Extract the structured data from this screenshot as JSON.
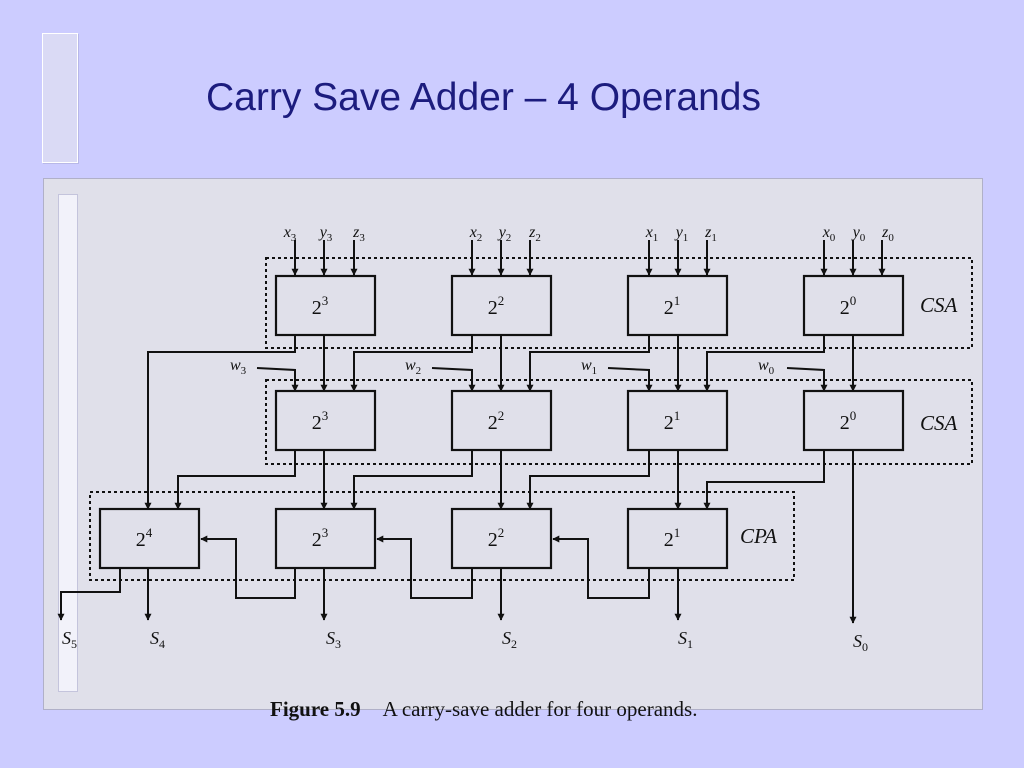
{
  "slide": {
    "title": "Carry Save Adder – 4 Operands"
  },
  "figure": {
    "caption_number": "Figure 5.9",
    "caption_text": "A carry-save adder for four operands.",
    "stage_labels": [
      "CSA",
      "CSA",
      "CPA"
    ],
    "csa1_cells": [
      {
        "base": "2",
        "exp": "3",
        "inputs": [
          [
            "x",
            "3"
          ],
          [
            "y",
            "3"
          ],
          [
            "z",
            "3"
          ]
        ]
      },
      {
        "base": "2",
        "exp": "2",
        "inputs": [
          [
            "x",
            "2"
          ],
          [
            "y",
            "2"
          ],
          [
            "z",
            "2"
          ]
        ]
      },
      {
        "base": "2",
        "exp": "1",
        "inputs": [
          [
            "x",
            "1"
          ],
          [
            "y",
            "1"
          ],
          [
            "z",
            "1"
          ]
        ]
      },
      {
        "base": "2",
        "exp": "0",
        "inputs": [
          [
            "x",
            "0"
          ],
          [
            "y",
            "0"
          ],
          [
            "z",
            "0"
          ]
        ]
      }
    ],
    "w_inputs": [
      [
        "w",
        "3"
      ],
      [
        "w",
        "2"
      ],
      [
        "w",
        "1"
      ],
      [
        "w",
        "0"
      ]
    ],
    "csa2_cells": [
      {
        "base": "2",
        "exp": "3"
      },
      {
        "base": "2",
        "exp": "2"
      },
      {
        "base": "2",
        "exp": "1"
      },
      {
        "base": "2",
        "exp": "0"
      }
    ],
    "cpa_cells": [
      {
        "base": "2",
        "exp": "4"
      },
      {
        "base": "2",
        "exp": "3"
      },
      {
        "base": "2",
        "exp": "2"
      },
      {
        "base": "2",
        "exp": "1"
      }
    ],
    "outputs": [
      [
        "S",
        "5"
      ],
      [
        "S",
        "4"
      ],
      [
        "S",
        "3"
      ],
      [
        "S",
        "2"
      ],
      [
        "S",
        "1"
      ],
      [
        "S",
        "0"
      ]
    ]
  }
}
